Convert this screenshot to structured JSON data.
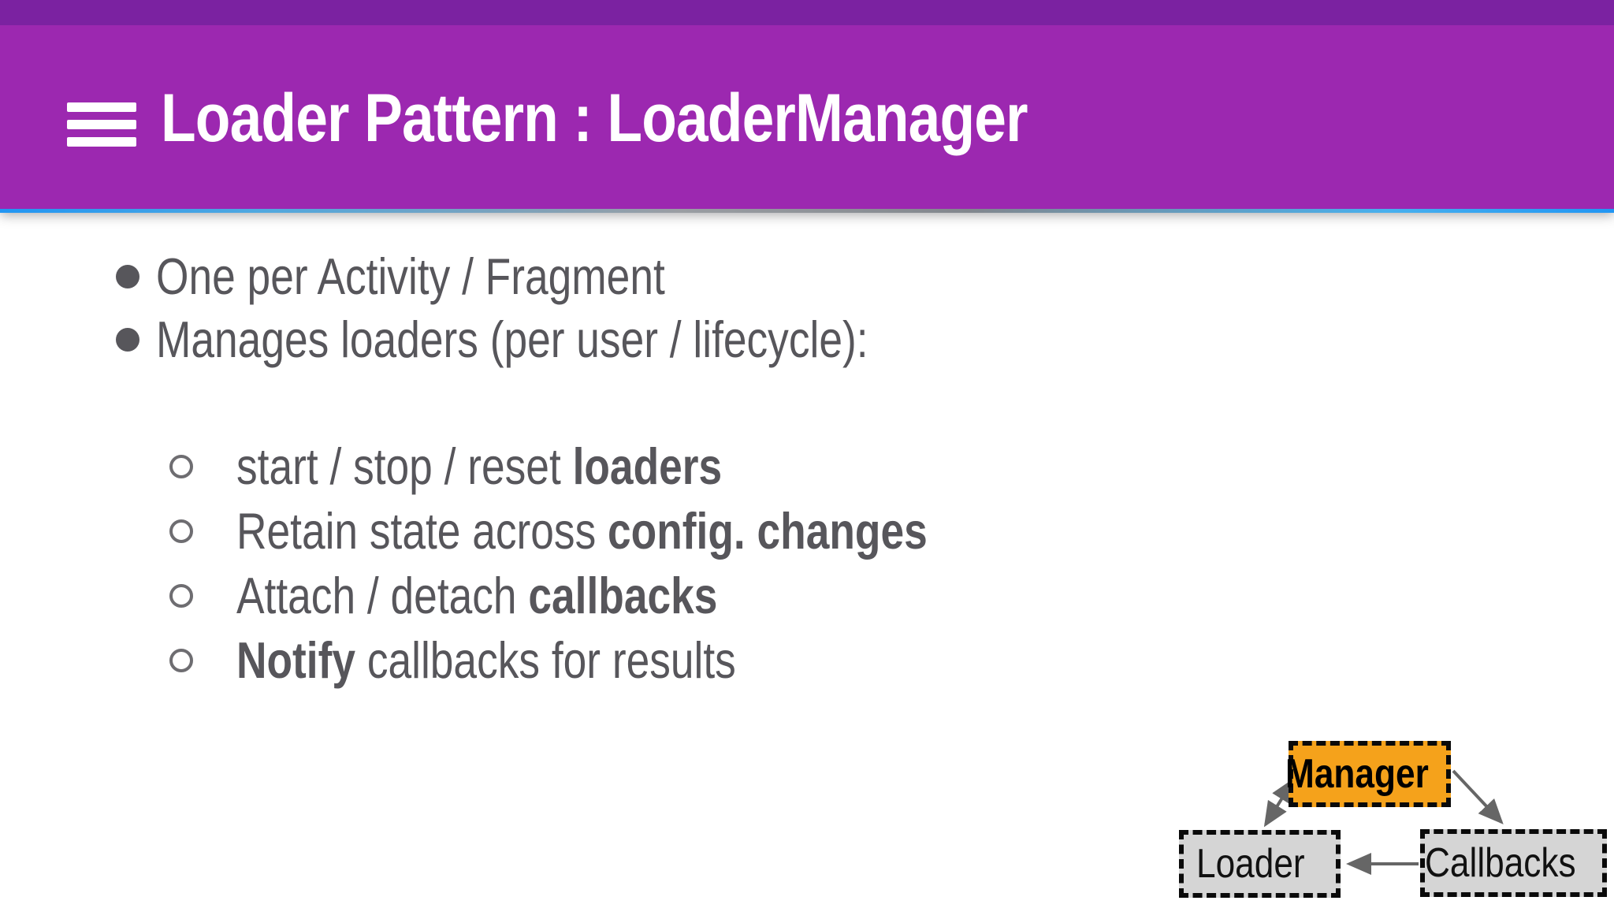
{
  "header": {
    "title": "Loader Pattern : LoaderManager",
    "colors": {
      "status_bar": "#7B22A1",
      "app_bar": "#9C28B0",
      "accent_line_blue": "#2196F3",
      "title_text": "#FFFFFF"
    }
  },
  "slide": {
    "text_color": "#57565B",
    "bullets": [
      "One per Activity / Fragment",
      "Manages loaders (per user / lifecycle):"
    ],
    "sub_bullets": [
      {
        "pre": "start / stop / reset ",
        "bold": "loaders",
        "post": ""
      },
      {
        "pre": "Retain state across ",
        "bold": "config. changes",
        "post": ""
      },
      {
        "pre": "Attach / detach ",
        "bold": "callbacks",
        "post": ""
      },
      {
        "pre": "",
        "bold": "Notify",
        "post": " callbacks for results"
      }
    ]
  },
  "diagram": {
    "nodes": [
      {
        "id": "manager",
        "label": "Manager",
        "fill": "#F5A21B",
        "bold": true
      },
      {
        "id": "loader",
        "label": "Loader",
        "fill": "#D5D5D5",
        "bold": false
      },
      {
        "id": "callbacks",
        "label": "Callbacks",
        "fill": "#D5D5D5",
        "bold": false
      }
    ],
    "edges": [
      {
        "from": "manager",
        "to": "loader",
        "type": "double-arrow"
      },
      {
        "from": "manager",
        "to": "callbacks",
        "type": "arrow"
      },
      {
        "from": "callbacks",
        "to": "loader",
        "type": "arrow"
      }
    ],
    "arrow_color": "#666666"
  }
}
